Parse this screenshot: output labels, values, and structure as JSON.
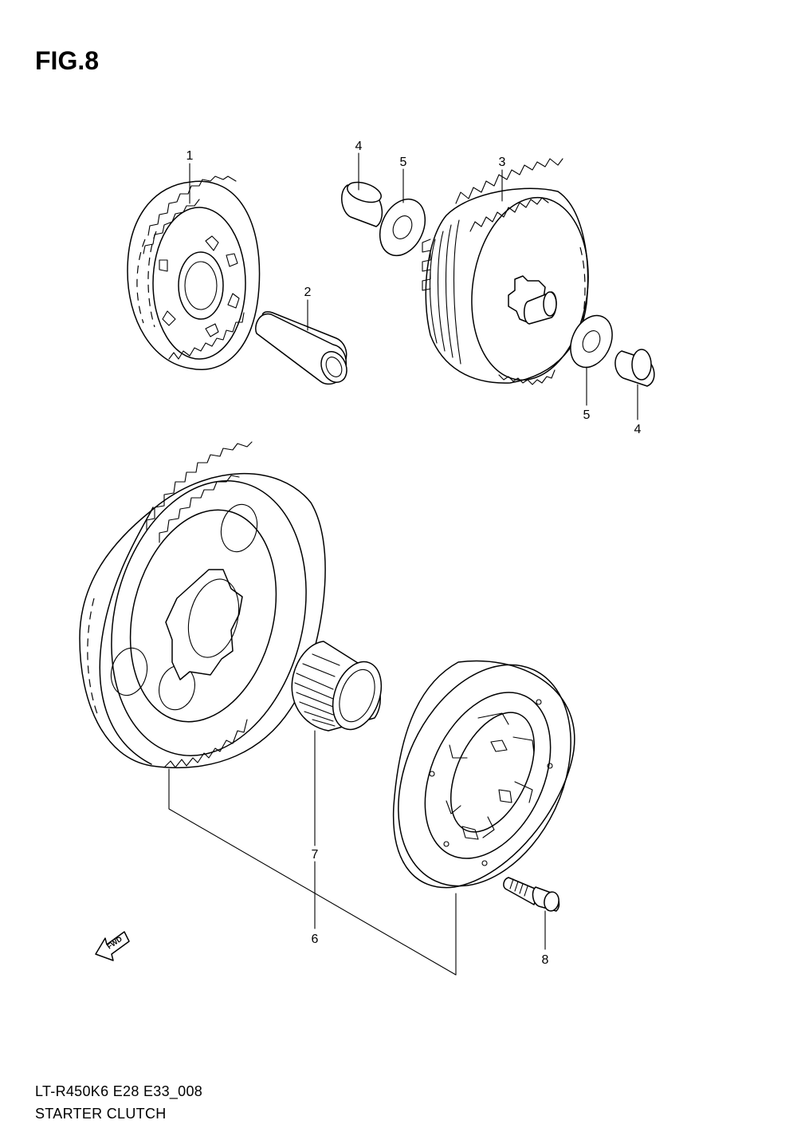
{
  "figure": {
    "title": "FIG.8"
  },
  "caption": {
    "code": "LT-R450K6 E28 E33_008",
    "name": "STARTER CLUTCH"
  },
  "fwd_label": "FWD",
  "callouts": [
    {
      "id": "c1",
      "label": "1"
    },
    {
      "id": "c2",
      "label": "2"
    },
    {
      "id": "c3",
      "label": "3"
    },
    {
      "id": "c4a",
      "label": "4"
    },
    {
      "id": "c5a",
      "label": "5"
    },
    {
      "id": "c5b",
      "label": "5"
    },
    {
      "id": "c4b",
      "label": "4"
    },
    {
      "id": "c7",
      "label": "7"
    },
    {
      "id": "c6",
      "label": "6"
    },
    {
      "id": "c8",
      "label": "8"
    }
  ]
}
